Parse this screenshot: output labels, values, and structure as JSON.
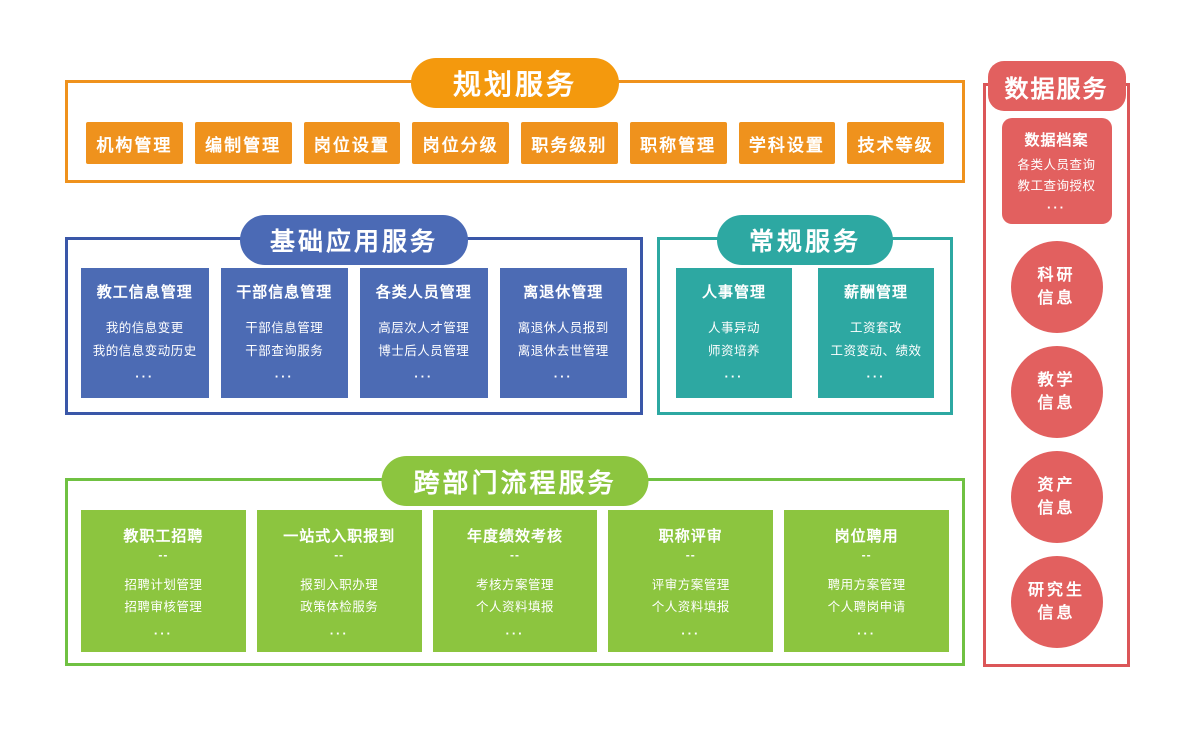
{
  "colors": {
    "orange": "#EF921D",
    "orange_pill": "#F4990D",
    "blue_border": "#3A57A8",
    "blue_fill": "#4C6BB4",
    "teal": "#2DA8A2",
    "green_fill": "#8CC53F",
    "green_border": "#70C142",
    "red_fill": "#E2605F",
    "red_border": "#DB5658",
    "text": "#FFFFFF"
  },
  "sections": {
    "planning": {
      "title": "规划服务",
      "buttons": [
        "机构管理",
        "编制管理",
        "岗位设置",
        "岗位分级",
        "职务级别",
        "职称管理",
        "学科设置",
        "技术等级"
      ]
    },
    "basic": {
      "title": "基础应用服务",
      "cards": [
        {
          "title": "教工信息管理",
          "items": [
            "我的信息变更",
            "我的信息变动历史"
          ],
          "ellipsis": "···"
        },
        {
          "title": "干部信息管理",
          "items": [
            "干部信息管理",
            "干部查询服务"
          ],
          "ellipsis": "···"
        },
        {
          "title": "各类人员管理",
          "items": [
            "高层次人才管理",
            "博士后人员管理"
          ],
          "ellipsis": "···"
        },
        {
          "title": "离退休管理",
          "items": [
            "离退休人员报到",
            "离退休去世管理"
          ],
          "ellipsis": "···"
        }
      ]
    },
    "regular": {
      "title": "常规服务",
      "cards": [
        {
          "title": "人事管理",
          "items": [
            "人事异动",
            "师资培养"
          ],
          "ellipsis": "···"
        },
        {
          "title": "薪酬管理",
          "items": [
            "工资套改",
            "工资变动、绩效"
          ],
          "ellipsis": "···"
        }
      ]
    },
    "cross": {
      "title": "跨部门流程服务",
      "divider": "--",
      "cards": [
        {
          "title": "教职工招聘",
          "items": [
            "招聘计划管理",
            "招聘审核管理"
          ],
          "ellipsis": "···"
        },
        {
          "title": "一站式入职报到",
          "items": [
            "报到入职办理",
            "政策体检服务"
          ],
          "ellipsis": "···"
        },
        {
          "title": "年度绩效考核",
          "items": [
            "考核方案管理",
            "个人资料填报"
          ],
          "ellipsis": "···"
        },
        {
          "title": "职称评审",
          "items": [
            "评审方案管理",
            "个人资料填报"
          ],
          "ellipsis": "···"
        },
        {
          "title": "岗位聘用",
          "items": [
            "聘用方案管理",
            "个人聘岗申请"
          ],
          "ellipsis": "···"
        }
      ]
    },
    "data": {
      "title": "数据服务",
      "archive": {
        "title": "数据档案",
        "items": [
          "各类人员查询",
          "教工查询授权"
        ],
        "ellipsis": "···"
      },
      "circles": [
        "科研\n信息",
        "教学\n信息",
        "资产\n信息",
        "研究生\n信息"
      ]
    }
  }
}
